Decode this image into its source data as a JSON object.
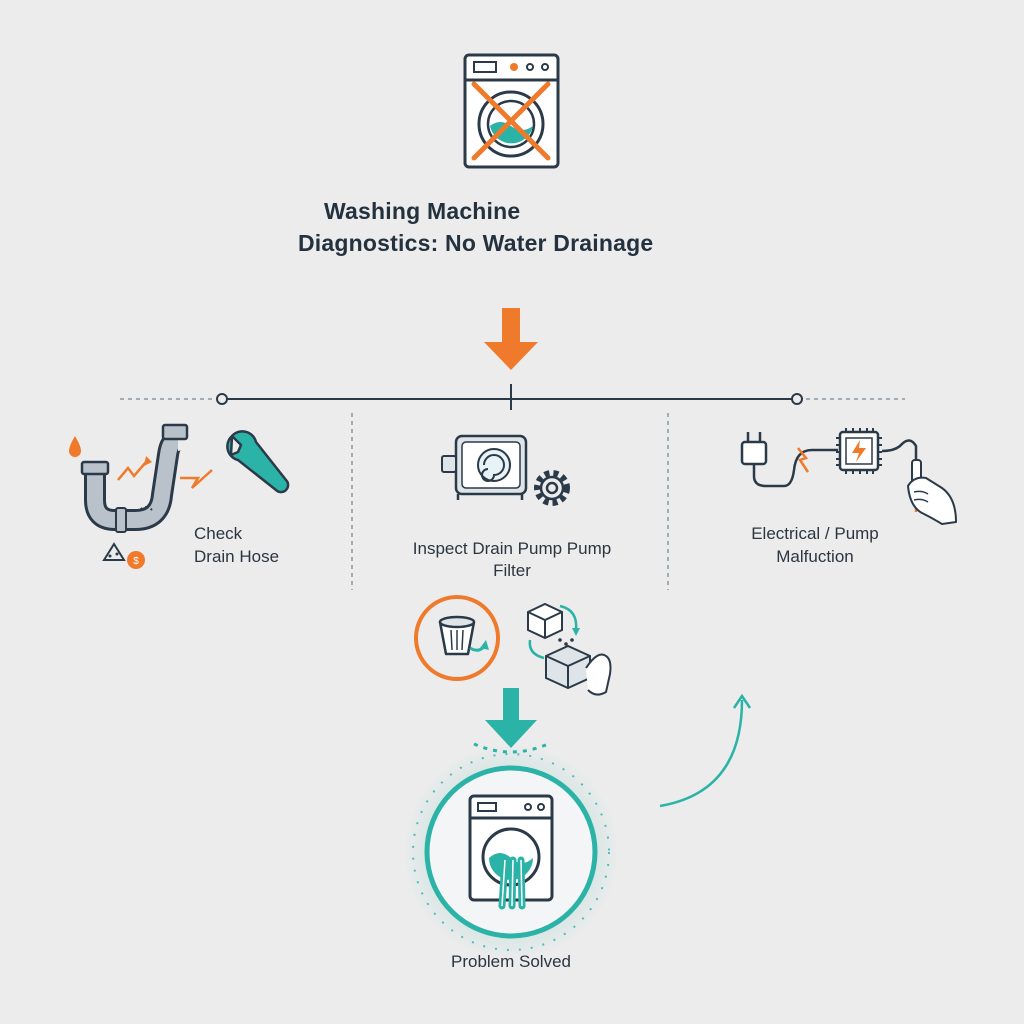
{
  "title": {
    "line1": "Washing Machine",
    "line2": "Diagnostics: No Water Drainage"
  },
  "branches": [
    {
      "line1": "Check",
      "line2": "Drain Hose"
    },
    {
      "line1": "Inspect Drain Pump Pump",
      "line2": "Filter"
    },
    {
      "line1": "Electrical / Pump",
      "line2": "Malfuction"
    }
  ],
  "result": {
    "label": "Problem Solved"
  },
  "icons": {
    "top": "crossed-washing-machine-icon",
    "hose": [
      "water-drop-icon",
      "bent-drain-pipe-icon",
      "wrench-icon",
      "coin-icon"
    ],
    "pump": [
      "drain-pump-icon",
      "gear-icon",
      "pump-filter-icon",
      "filter-cube-icon"
    ],
    "electrical": [
      "power-plug-icon",
      "circuit-chip-icon",
      "multimeter-probe-icon"
    ],
    "result": "working-washing-machine-icon"
  },
  "colors": {
    "accent": "#f07a2b",
    "teal": "#2bb3a8",
    "ink": "#2b3a48",
    "background": "#ececec"
  }
}
